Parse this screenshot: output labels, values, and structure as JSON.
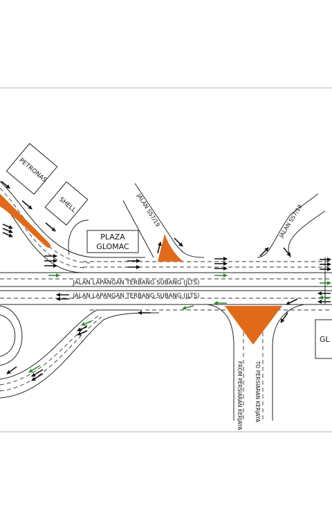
{
  "map": {
    "roads": {
      "jlts_upper": "JALAN LAPANGAN TERBANG SUBANG (JLTS)",
      "jlts_lower": "JALAN LAPANGAN TERBANG SUBANG (JLTS)",
      "ss7_19_left": "JALAN SS7/19",
      "ss7_19_right": "JALAN SS7/19",
      "from_persiaran": "FROM PERSIARAN KERJAYA",
      "to_persiaran": "TO PERSIARAN KERJAYA"
    },
    "buildings": {
      "petronas": "PETRONAS",
      "shell": "SHELL",
      "plaza_line1": "PLAZA",
      "plaza_line2": "GLOMAC",
      "right_partial": "GL"
    },
    "colors": {
      "island": "#e06a1a",
      "arrow_existing": "#111111",
      "arrow_proposed": "#2e8b2e",
      "line": "#222222"
    }
  }
}
